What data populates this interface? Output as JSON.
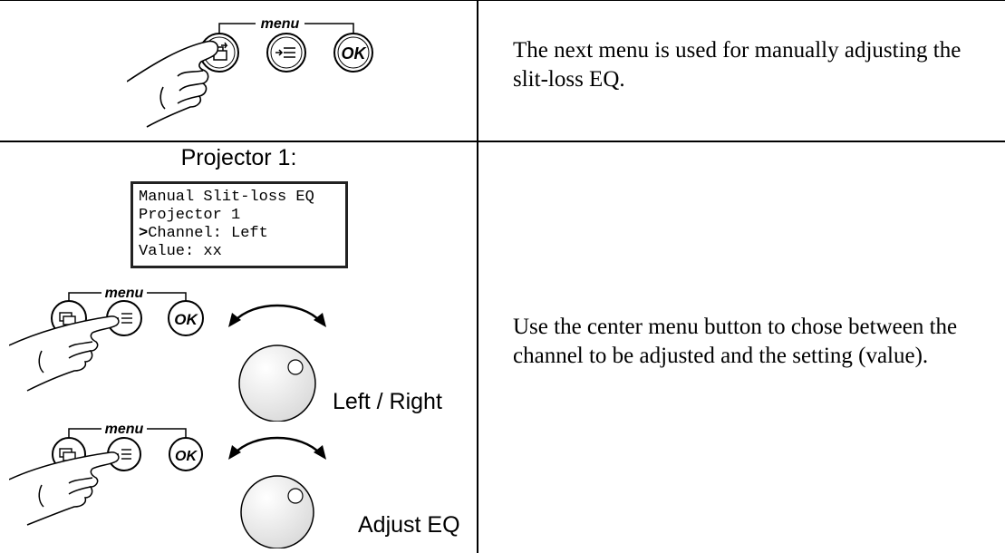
{
  "row1": {
    "menu_label": "menu",
    "ok_label": "OK",
    "description": "The next menu is used for manually adjusting the slit-loss EQ."
  },
  "row2": {
    "title": "Projector 1:",
    "lcd": {
      "line1": "Manual Slit-loss EQ",
      "line2": "Projector 1",
      "pointer": ">",
      "line3": "Channel: Left",
      "line4": "Value: xx"
    },
    "control1": {
      "menu_label": "menu",
      "ok_label": "OK",
      "knob_label": "Left / Right"
    },
    "control2": {
      "menu_label": "menu",
      "ok_label": "OK",
      "knob_label": "Adjust EQ"
    },
    "description": "Use the center menu button to chose between the channel to be adjusted and the setting (value)."
  },
  "icons": {
    "source-button": "source-icon",
    "menu-button": "menu-list-icon",
    "ok-button": "ok-icon",
    "knob": "rotary-knob-icon",
    "hand": "pointing-hand-icon"
  },
  "colors": {
    "lines": "#000000",
    "background": "#ffffff",
    "knob_shade": "#e6e6e6"
  }
}
